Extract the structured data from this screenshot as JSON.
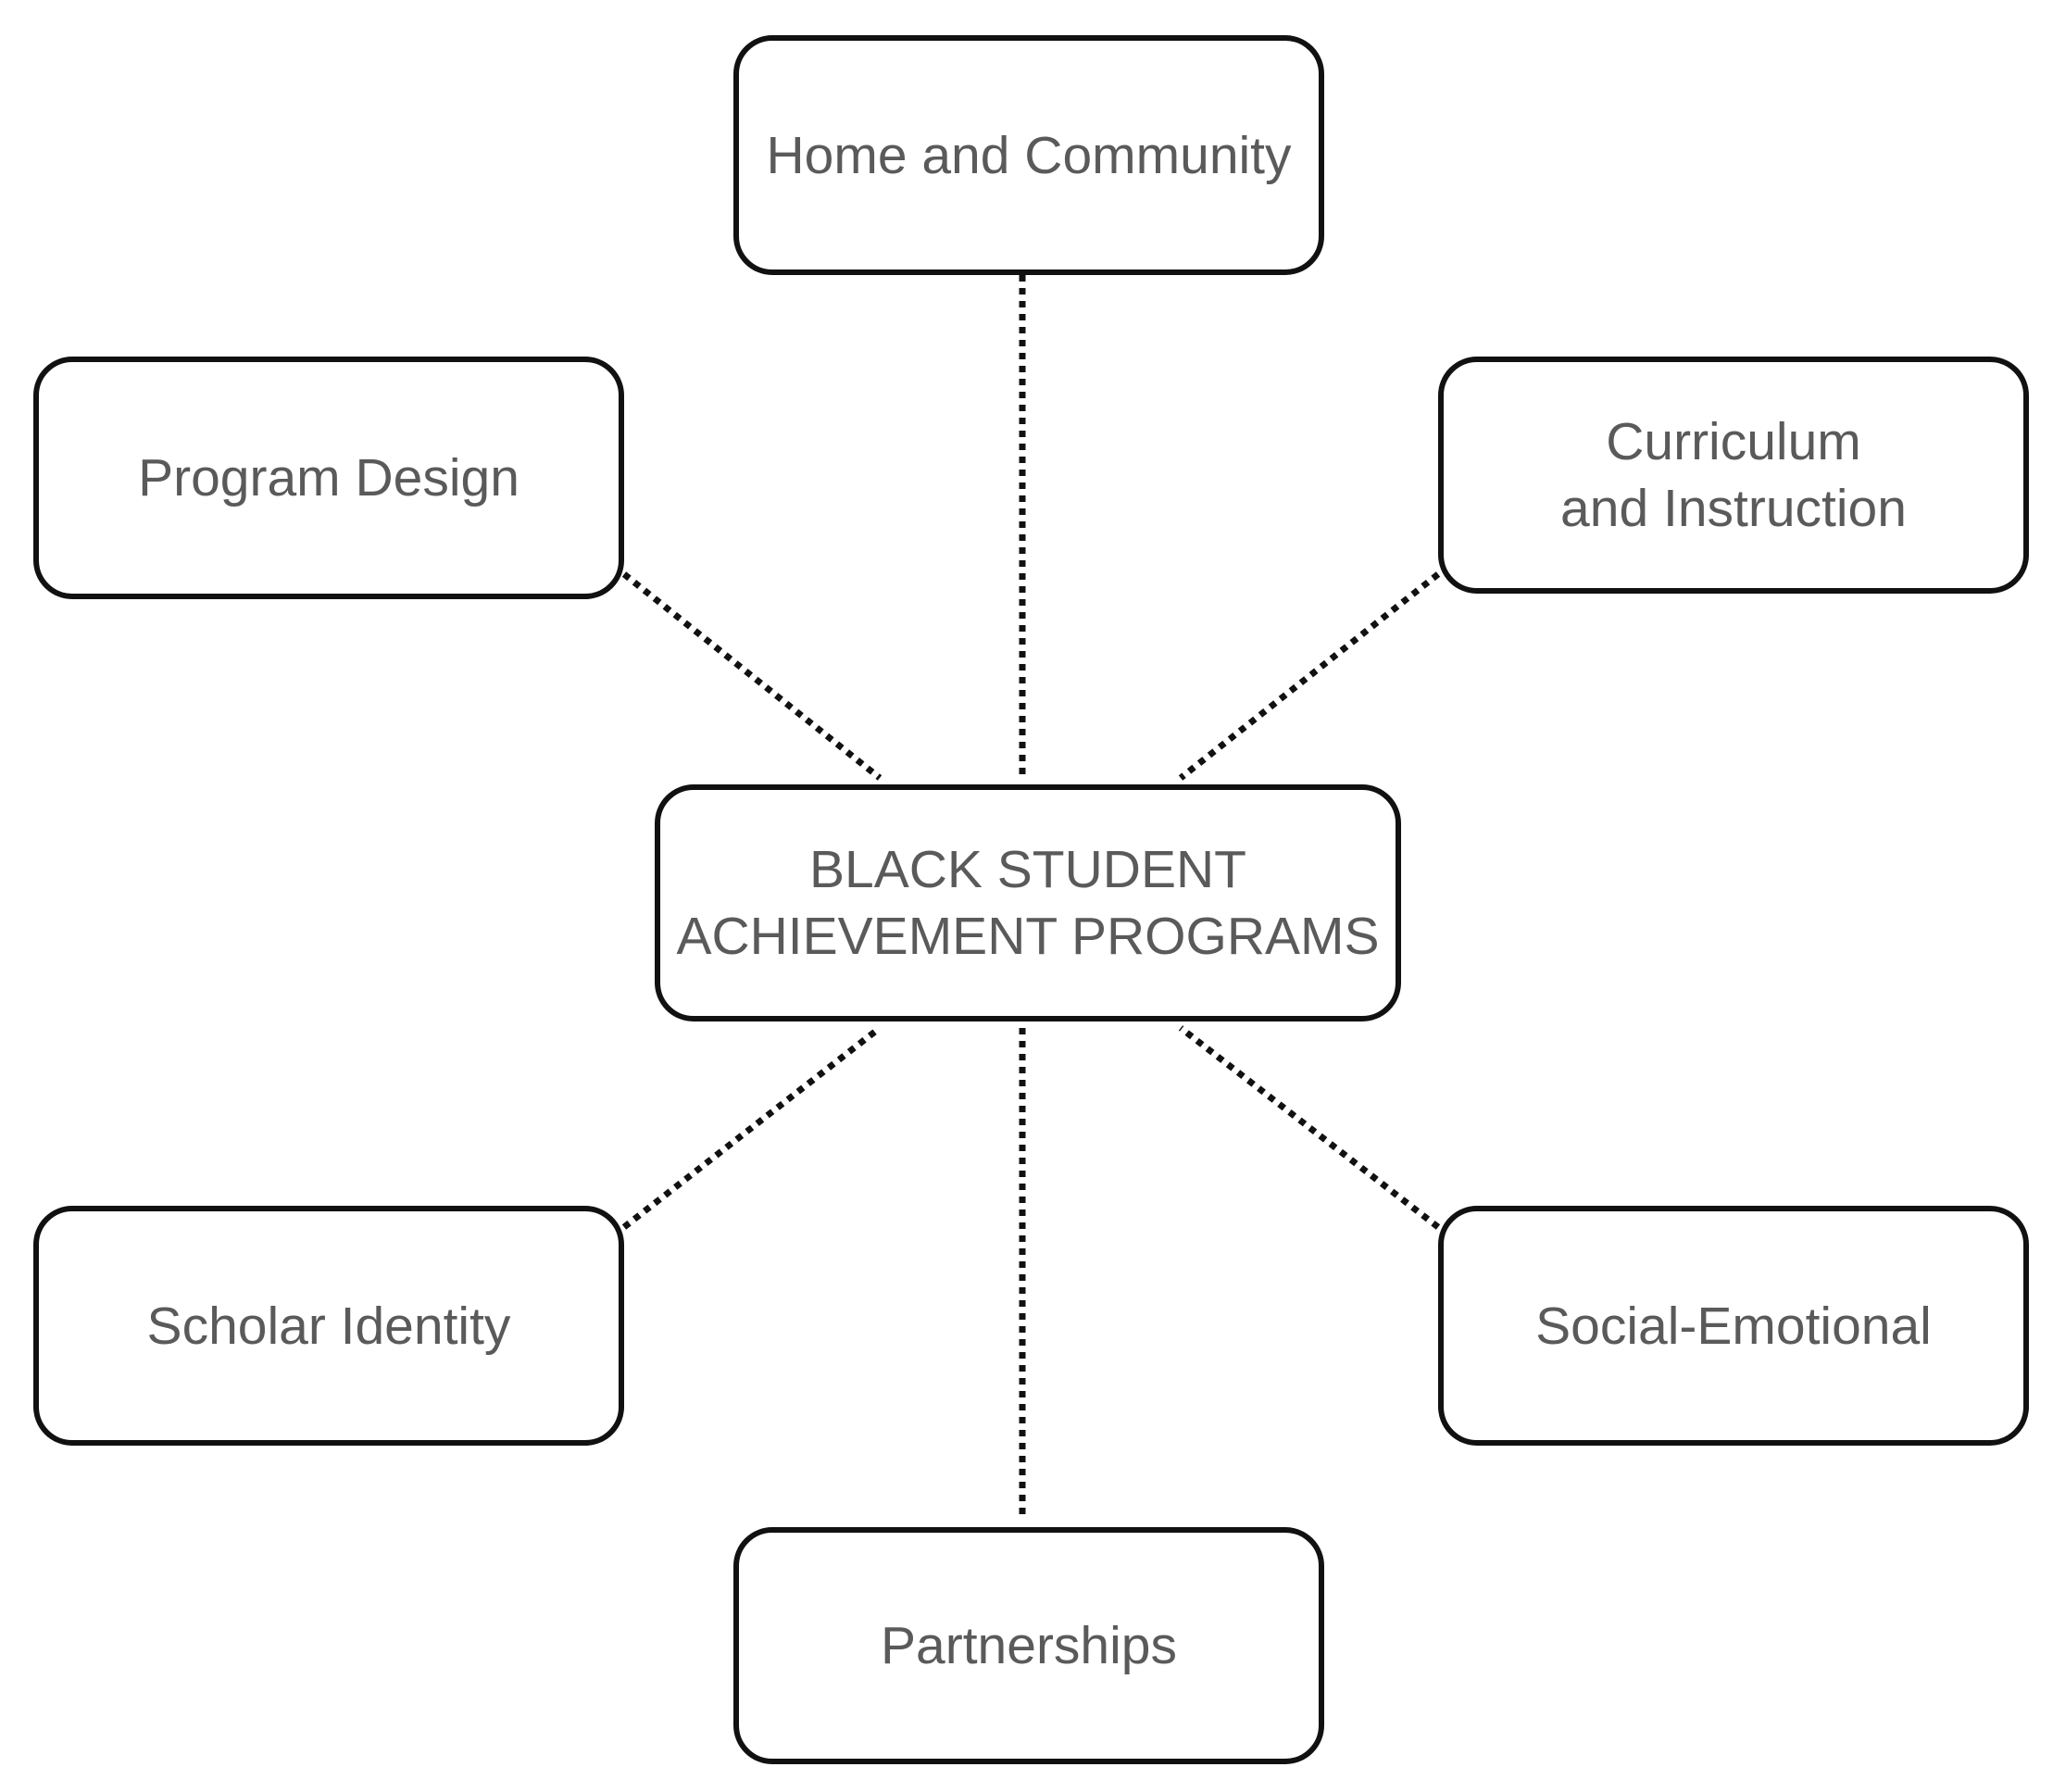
{
  "diagram": {
    "center": {
      "label": "BLACK STUDENT\nACHIEVEMENT PROGRAMS"
    },
    "nodes": {
      "home_community": {
        "label": "Home and Community"
      },
      "program_design": {
        "label": "Program Design"
      },
      "curriculum_instruction": {
        "label": "Curriculum\nand Instruction"
      },
      "scholar_identity": {
        "label": "Scholar Identity"
      },
      "social_emotional": {
        "label": "Social-Emotional"
      },
      "partnerships": {
        "label": "Partnerships"
      }
    },
    "connector_style": "dotted",
    "colors": {
      "border": "#111111",
      "text": "#5a5a5a",
      "background": "#ffffff"
    }
  }
}
